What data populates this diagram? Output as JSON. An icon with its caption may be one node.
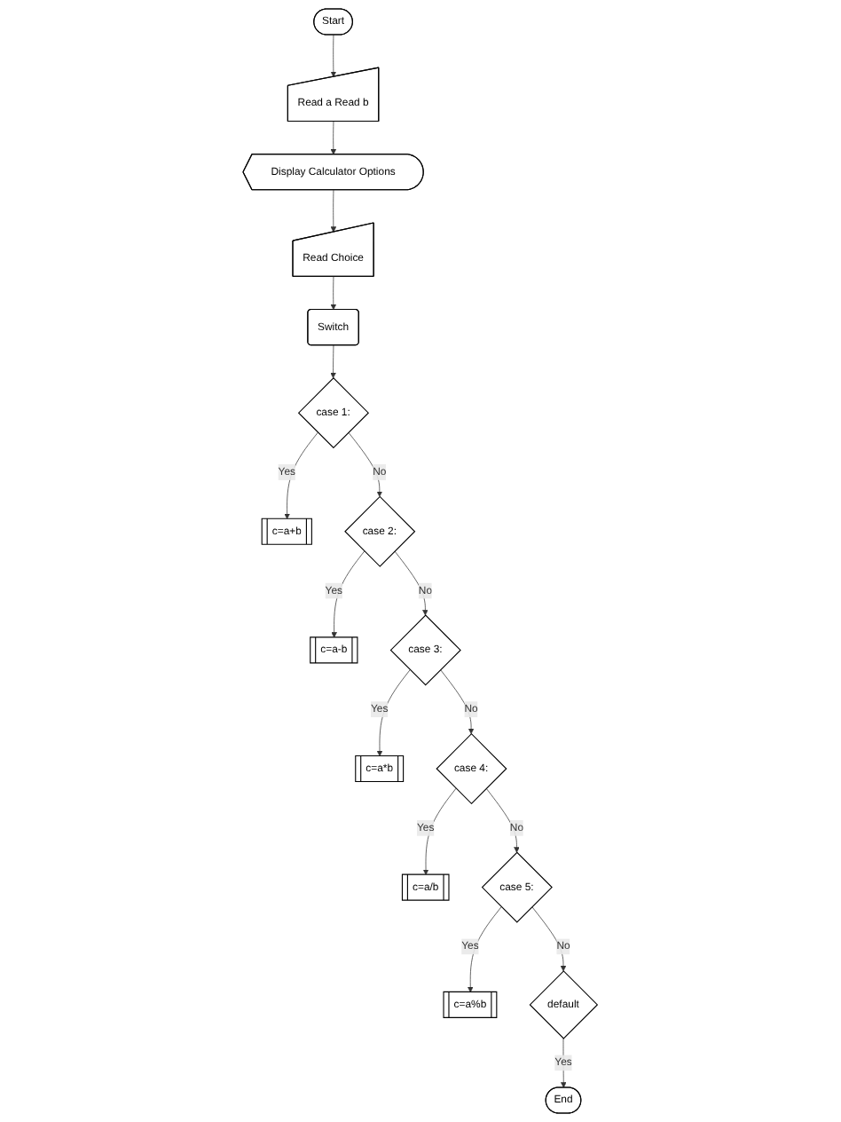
{
  "diagram": {
    "nodes": [
      {
        "text": [
          "Start"
        ]
      },
      {
        "text": [
          "Read a Read b"
        ]
      },
      {
        "text": [
          "Display Calculator Options"
        ]
      },
      {
        "text": [
          "Read Choice"
        ]
      },
      {
        "text": [
          "Switch"
        ]
      },
      {
        "text": [
          "case 1:"
        ]
      },
      {
        "text": [
          "c=a+b"
        ]
      },
      {
        "text": [
          "case 2:"
        ]
      },
      {
        "text": [
          "c=a-b"
        ]
      },
      {
        "text": [
          "case 3:"
        ]
      },
      {
        "text": [
          "c=a*b"
        ]
      },
      {
        "text": [
          "case 4:"
        ]
      },
      {
        "text": [
          "c=a/b"
        ]
      },
      {
        "text": [
          "case 5:"
        ]
      },
      {
        "text": [
          "c=a%b"
        ]
      },
      {
        "text": [
          "default"
        ]
      },
      {
        "text": [
          "End"
        ]
      }
    ],
    "edges": [
      {
        "from": 0,
        "to": 1,
        "arrow": "to"
      },
      {
        "from": 1,
        "to": 2,
        "arrow": "to"
      },
      {
        "from": 2,
        "to": 3,
        "arrow": "to"
      },
      {
        "from": 3,
        "to": 4,
        "arrow": "to"
      },
      {
        "from": 4,
        "to": 5,
        "arrow": "to"
      },
      {
        "from": 5,
        "to": 6,
        "label": "Yes",
        "arrow": "to"
      },
      {
        "from": 5,
        "to": 7,
        "label": "No",
        "arrow": "to"
      },
      {
        "from": 7,
        "to": 8,
        "label": "Yes",
        "arrow": "to"
      },
      {
        "from": 7,
        "to": 9,
        "label": "No",
        "arrow": "to"
      },
      {
        "from": 9,
        "to": 10,
        "label": "Yes",
        "arrow": "to"
      },
      {
        "from": 9,
        "to": 11,
        "label": "No",
        "arrow": "to"
      },
      {
        "from": 11,
        "to": 12,
        "label": "Yes",
        "arrow": "to"
      },
      {
        "from": 11,
        "to": 13,
        "label": "No",
        "arrow": "to"
      },
      {
        "from": 13,
        "to": 14,
        "label": "Yes",
        "arrow": "to"
      },
      {
        "from": 13,
        "to": 15,
        "label": "No",
        "arrow": "to"
      },
      {
        "from": 15,
        "to": 16,
        "label": "Yes",
        "arrow": "to"
      }
    ]
  }
}
